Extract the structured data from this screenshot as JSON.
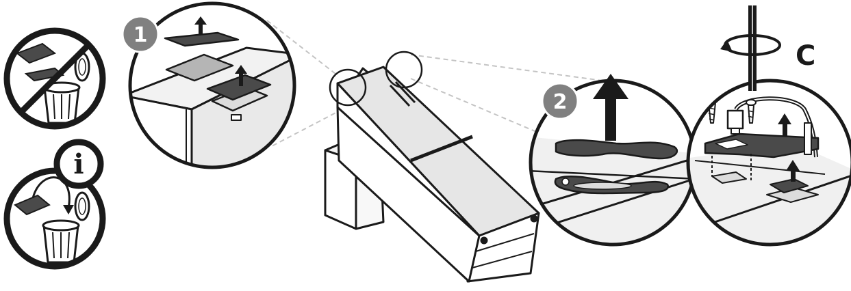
{
  "steps": [
    {
      "number": "1"
    },
    {
      "number": "2"
    }
  ],
  "rotation_label": "C",
  "info_symbol": "i",
  "colors": {
    "outline": "#1a1a1a",
    "dark_part": "#4a4a4a",
    "mid_gray": "#9a9a9a",
    "light_gray": "#e6e6e6",
    "badge": "#808080",
    "leader": "#c0c0c0"
  },
  "icons": [
    "no-trash-icon",
    "info-icon",
    "trash-can-icon",
    "rotate-arrow-icon",
    "lift-arrow-icon",
    "screw-icon"
  ]
}
